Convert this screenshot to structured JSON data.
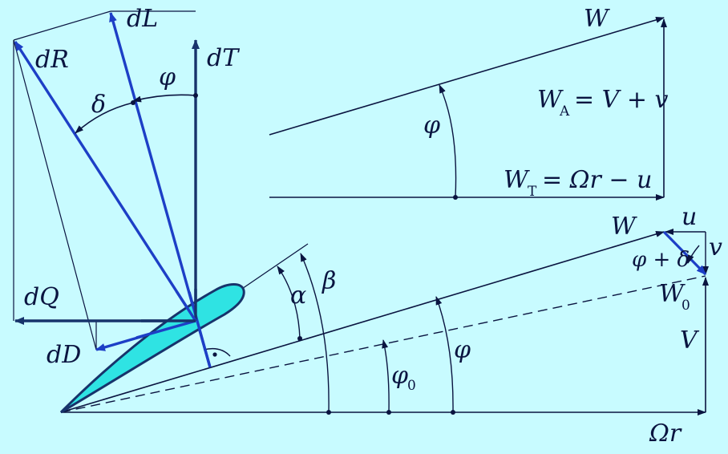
{
  "colors": {
    "background": "#c8fbff",
    "vector_dark": "#17336b",
    "vector_blue": "#1d3fc6",
    "thin_line": "#0a1440",
    "airfoil_fill": "#2fe3e3"
  },
  "labels": {
    "dL": "dL",
    "dT": "dT",
    "dR": "dR",
    "dQ": "dQ",
    "dD": "dD",
    "phi": "φ",
    "delta": "δ",
    "W_top": "W",
    "WA_main": "W",
    "WA_sub": "A",
    "WA_eq": "= V + v",
    "WT_main": "W",
    "WT_sub": "T",
    "WT_eq": "= Ωr − u",
    "phi_top": "φ",
    "W_bottom": "W",
    "u": "u",
    "v": "v",
    "phi_plus_delta": "φ + δ",
    "W0_main": "W",
    "W0_sub": "0",
    "V": "V",
    "Omega_r": "Ωr",
    "alpha": "α",
    "beta": "β",
    "phi0_main": "φ",
    "phi0_sub": "0",
    "phi_bottom": "φ",
    "right_angle_dot": "•"
  }
}
